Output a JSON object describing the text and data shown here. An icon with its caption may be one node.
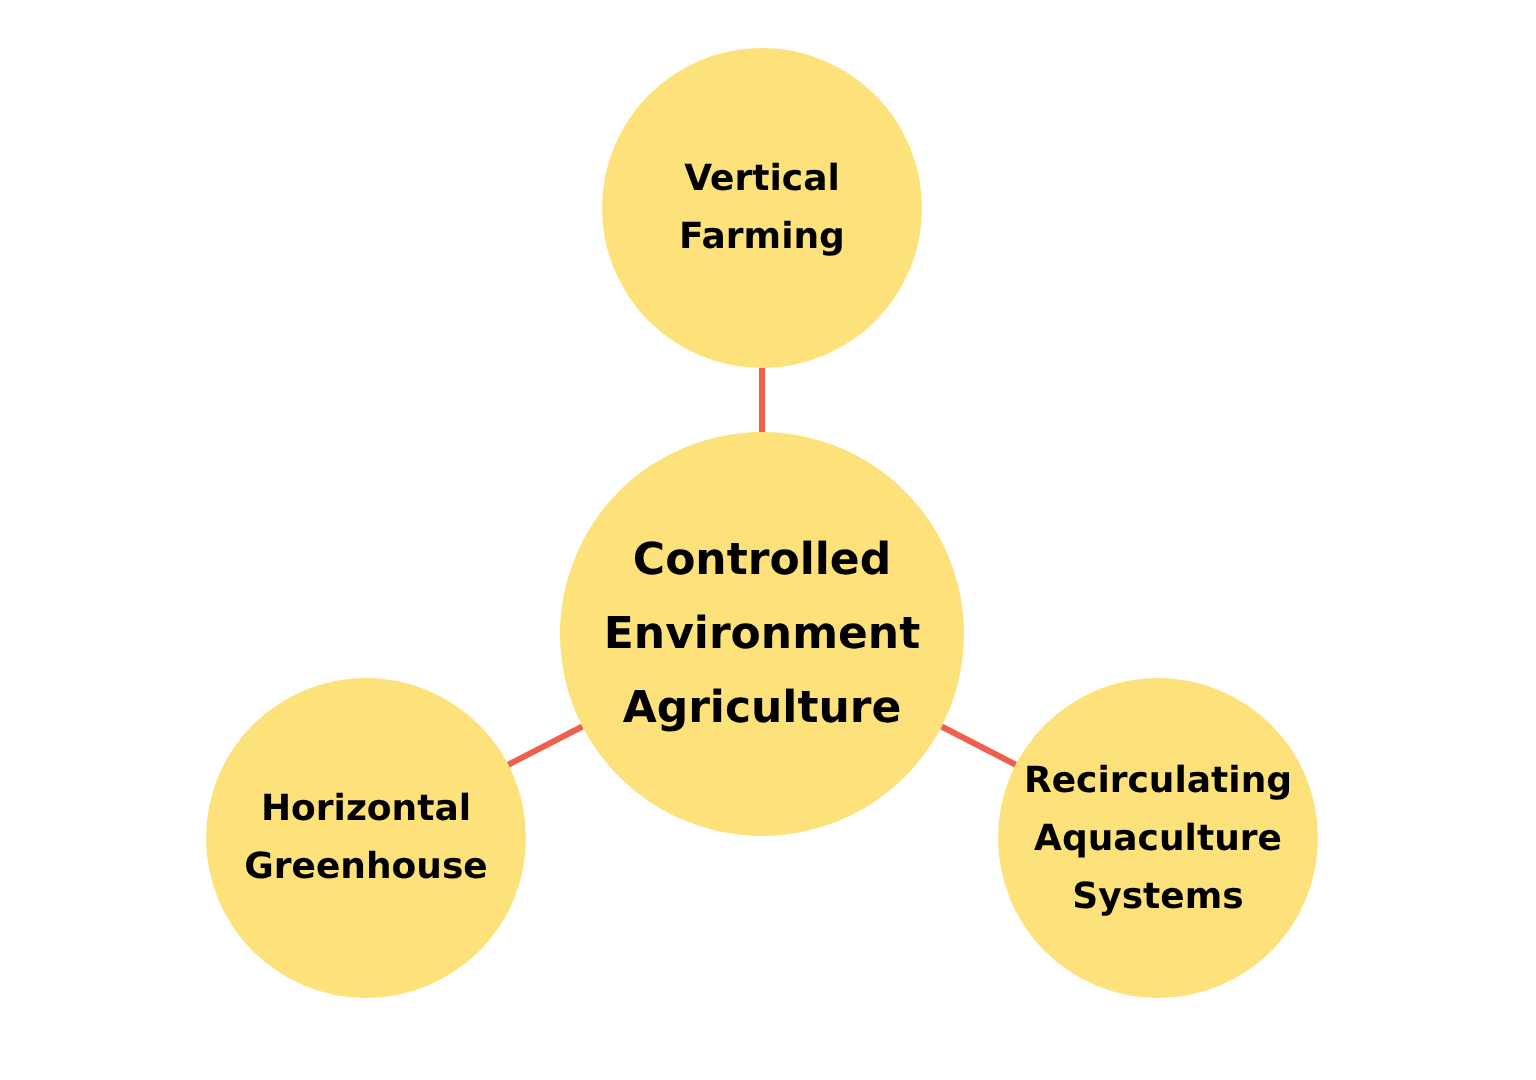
{
  "diagram": {
    "nodes": [
      {
        "text": [
          "Vertical Farming"
        ]
      },
      {
        "text": [
          "Controlled Environment Agriculture"
        ]
      },
      {
        "text": [
          "Horizontal Greenhouse"
        ]
      },
      {
        "text": [
          "Recirculating Aquaculture Systems"
        ]
      }
    ],
    "edges": [
      {
        "from": 1,
        "to": 0,
        "arrow": "none"
      },
      {
        "from": 1,
        "to": 2,
        "arrow": "none"
      },
      {
        "from": 1,
        "to": 3,
        "arrow": "none"
      }
    ]
  }
}
